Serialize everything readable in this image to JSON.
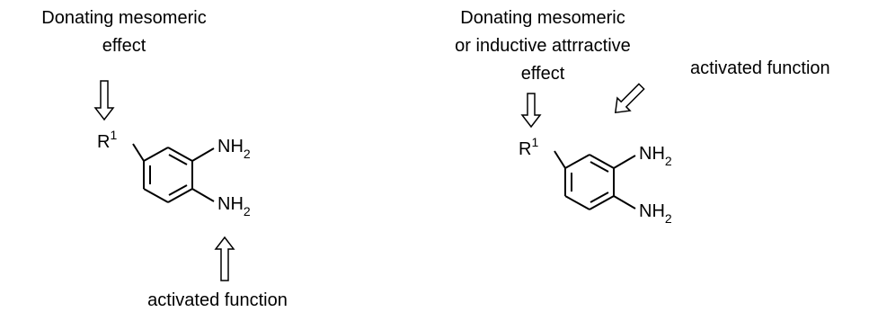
{
  "left_scheme": {
    "effect_label_line1": "Donating mesomeric",
    "effect_label_line2": "effect",
    "substituent": "R",
    "substituent_superscript": "1",
    "amine_top": "NH",
    "amine_top_subscript": "2",
    "amine_bottom": "NH",
    "amine_bottom_subscript": "2",
    "activated_label": "activated function"
  },
  "right_scheme": {
    "effect_label_line1": "Donating mesomeric",
    "effect_label_line2": "or inductive attrractive",
    "effect_label_line3": "effect",
    "substituent": "R",
    "substituent_superscript": "1",
    "amine_top": "NH",
    "amine_top_subscript": "2",
    "amine_bottom": "NH",
    "amine_bottom_subscript": "2",
    "activated_label": "activated function"
  },
  "colors": {
    "ink": "#000000",
    "arrow_fill": "#ffffff",
    "background": "#ffffff"
  }
}
